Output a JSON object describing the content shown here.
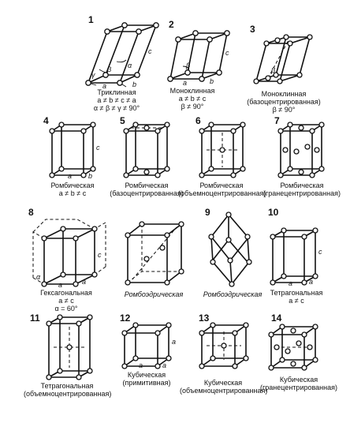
{
  "cells": [
    {
      "number": "1",
      "lines": [
        "Триклинная",
        "a ≠ b ≠ c ≠ a",
        "α ≠ β ≠ γ ≠ 90°"
      ],
      "axes": [
        "c",
        "α",
        "β",
        "γ",
        "a",
        "b"
      ]
    },
    {
      "number": "2",
      "lines": [
        "Моноклинная",
        "a ≠ b ≠ c",
        "β ≠ 90°"
      ],
      "axes": [
        "c",
        "β",
        "a",
        "b"
      ]
    },
    {
      "number": "3",
      "lines": [
        "Моноклинная",
        "(базоцентрированная)",
        "β ≠ 90°"
      ],
      "axes": [
        "β"
      ]
    },
    {
      "number": "4",
      "lines": [
        "Ромбическая",
        "a ≠ b ≠ c"
      ],
      "axes": [
        "c",
        "a",
        "b"
      ]
    },
    {
      "number": "5",
      "lines": [
        "Ромбическая",
        "(базоцентрированная)"
      ],
      "axes": []
    },
    {
      "number": "6",
      "lines": [
        "Ромбическая",
        "(объемноцентрированная)"
      ],
      "axes": []
    },
    {
      "number": "7",
      "lines": [
        "Ромбическая",
        "(гранецентрированная)"
      ],
      "axes": []
    },
    {
      "number": "8",
      "lines": [
        "Гексагональная",
        "a ≠ c",
        "α = 60°"
      ],
      "axes": [
        "c",
        "α",
        "a",
        "a"
      ]
    },
    {
      "number": "",
      "lines": [
        "Ромбоэдрическая"
      ],
      "axes": []
    },
    {
      "number": "9",
      "lines": [
        "Ромбоэдрическая"
      ],
      "axes": []
    },
    {
      "number": "10",
      "lines": [
        "Тетрагональная",
        "a ≠ c"
      ],
      "axes": [
        "c",
        "a",
        "a"
      ]
    },
    {
      "number": "11",
      "lines": [
        "Тетрагональная",
        "(объемноцентрированная)"
      ],
      "axes": []
    },
    {
      "number": "12",
      "lines": [
        "Кубическая",
        "(примитивная)"
      ],
      "axes": [
        "a",
        "a",
        "a"
      ]
    },
    {
      "number": "13",
      "lines": [
        "Кубическая",
        "(объемноцентрированная)"
      ],
      "axes": []
    },
    {
      "number": "14",
      "lines": [
        "Кубическая",
        "(гранецентрированная)"
      ],
      "axes": []
    }
  ]
}
